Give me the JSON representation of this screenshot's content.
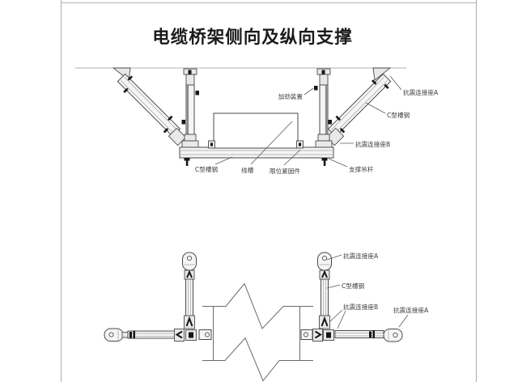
{
  "title": "电缆桥架侧向及纵向支撑",
  "colors": {
    "background": "#ffffff",
    "frame_line": "#9a9a9a",
    "drawing_line": "#4a4a4a",
    "bolt_mark": "#161616",
    "label_text": "#3a3a3a",
    "title_text": "#1b1b1b"
  },
  "upper_view": {
    "labels": {
      "stiffener_device": "加劲装置",
      "seismic_connector_a": "抗震连接座A",
      "c_channel_brace": "C型槽钢",
      "seismic_connector_b": "抗震连接座B",
      "c_channel_bottom": "C型槽钢",
      "wire_duct": "线槽",
      "limit_fastener": "限位紧固件",
      "support_hanger_rod": "支撑吊杆"
    }
  },
  "lower_view": {
    "labels": {
      "seismic_connector_a_top": "抗震连接座A",
      "c_channel_brace": "C型槽钢",
      "seismic_connector_b": "抗震连接座B",
      "seismic_connector_a_side": "抗震连接座A"
    }
  }
}
